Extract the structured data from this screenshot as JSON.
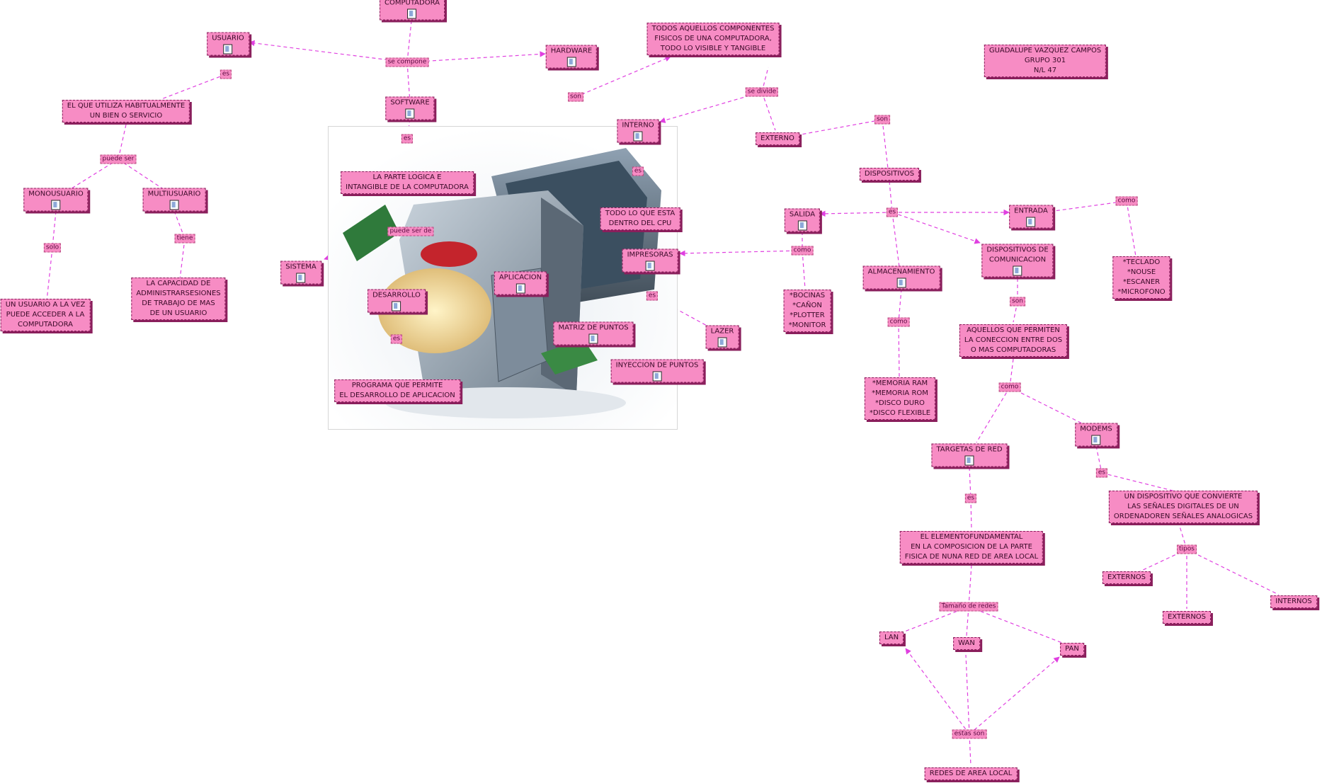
{
  "colors": {
    "node_fill": "#f78cc4",
    "node_border": "#8a1f5c",
    "edge": "#e040e0"
  },
  "nodes": {
    "computadora": {
      "label": "COMPUTADORA",
      "icon": true
    },
    "usuario": {
      "label": "USUARIO",
      "icon": true
    },
    "hardware": {
      "label": "HARDWARE",
      "icon": true
    },
    "hardware_def": {
      "label": "TODOS AQUELLOS COMPONENTES\nFISICOS DE UNA COMPUTADORA,\nTODO LO VISIBLE Y TANGIBLE",
      "icon": false
    },
    "autor": {
      "label": "GUADALUPE VAZQUEZ CAMPOS\nGRUPO 301\nN/L 47",
      "icon": false
    },
    "usuario_def": {
      "label": "EL QUE UTILIZA HABITUALMENTE\nUN BIEN O SERVICIO",
      "icon": false
    },
    "software": {
      "label": "SOFTWARE",
      "icon": true
    },
    "interno": {
      "label": "INTERNO",
      "icon": true
    },
    "externo": {
      "label": "EXTERNO",
      "icon": false
    },
    "software_def": {
      "label": "LA PARTE LOGICA E\nINTANGIBLE DE LA COMPUTADORA",
      "icon": false
    },
    "dispositivos": {
      "label": "DISPOSITIVOS",
      "icon": false
    },
    "monousuario": {
      "label": "MONOUSUARIO",
      "icon": true
    },
    "multiusuario": {
      "label": "MULTIUSUARIO",
      "icon": true
    },
    "interno_def": {
      "label": "TODO LO QUE ESTA\nDENTRO DEL CPU",
      "icon": false
    },
    "salida": {
      "label": "SALIDA",
      "icon": true
    },
    "entrada": {
      "label": "ENTRADA",
      "icon": true
    },
    "impresoras": {
      "label": "IMPRESORAS",
      "icon": true
    },
    "disp_comunicacion": {
      "label": "DISPOSITIVOS DE\nCOMUNICACION",
      "icon": true
    },
    "sistema": {
      "label": "SISTEMA",
      "icon": true
    },
    "aplicacion": {
      "label": "APLICACION",
      "icon": true
    },
    "almacenamiento": {
      "label": "ALMACENAMIENTO",
      "icon": true
    },
    "entrada_ej": {
      "label": "*TECLADO\n*NOUSE\n*ESCANER\n*MICROFONO",
      "icon": false
    },
    "mono_def": {
      "label": "UN USUARIO A LA VEZ\nPUEDE ACCEDER A LA\nCOMPUTADORA",
      "icon": false
    },
    "multi_def": {
      "label": "LA CAPACIDAD DE\nADMINISTRARSESIONES\nDE TRABAJO DE MAS\nDE UN USUARIO",
      "icon": false
    },
    "desarrollo": {
      "label": "DESARROLLO",
      "icon": true
    },
    "salida_ej": {
      "label": "*BOCINAS\n*CAÑON\n*PLOTTER\n*MONITOR",
      "icon": false
    },
    "comunicacion_def": {
      "label": "AQUELLOS QUE PERMITEN\nLA CONECCION ENTRE DOS\nO MAS COMPUTADORAS",
      "icon": false
    },
    "matriz": {
      "label": "MATRIZ DE PUNTOS",
      "icon": true
    },
    "lazer": {
      "label": "LAZER",
      "icon": true
    },
    "inyeccion": {
      "label": "INYECCION DE PUNTOS",
      "icon": true
    },
    "desarrollo_def": {
      "label": "PROGRAMA QUE PERMITE\nEL DESARROLLO DE APLICACION",
      "icon": false
    },
    "almacen_ej": {
      "label": "*MEMORIA RAM\n*MEMORIA ROM\n*DISCO DURO\n*DISCO FLEXIBLE",
      "icon": false
    },
    "modems": {
      "label": "MODEMS",
      "icon": true
    },
    "tarjetas": {
      "label": "TARGETAS DE RED",
      "icon": true
    },
    "modem_def": {
      "label": "UN DISPOSITIVO QUE CONVIERTE\nLAS SEÑALES DIGITALES DE UN\nORDENADOREN SEÑALES ANALOGICAS",
      "icon": false
    },
    "tarjeta_def": {
      "label": "EL ELEMENTOFUNDAMENTAL\nEN LA COMPOSICION DE LA PARTE\nFISICA DE NUNA RED DE AREA LOCAL",
      "icon": false
    },
    "modem_ext": {
      "label": "EXTERNOS",
      "icon": false
    },
    "modem_int": {
      "label": "INTERNOS",
      "icon": false
    },
    "modem_ext2": {
      "label": "EXTERNOS",
      "icon": false
    },
    "lan": {
      "label": "LAN",
      "icon": false
    },
    "wan": {
      "label": "WAN",
      "icon": false
    },
    "pan": {
      "label": "PAN",
      "icon": false
    },
    "redes_area_local": {
      "label": "REDES DE AREA LOCAL",
      "icon": false
    }
  },
  "linking_phrases": {
    "se_compone": "se compone",
    "es_usuario": "es",
    "son_hardware": "son",
    "se_divide": "se divide",
    "es_software": "es",
    "puede_ser_usuario": "puede ser",
    "son_externo": "son",
    "es_interno": "es",
    "solo": "solo",
    "tiene": "tiene",
    "es_dispositivos": "es",
    "puede_ser_software": "puede ser de",
    "como_entrada": "como",
    "como_salida": "como",
    "son_comunicacion": "son",
    "es_impresoras": "es",
    "es_desarrollo": "es",
    "como_almacen": "como",
    "como_comunicacion": "como",
    "es_modems": "es",
    "es_tarjetas": "es",
    "tipos": "tipos",
    "tamano_redes": "Tamaño de redes",
    "estas_son": "estas son"
  }
}
